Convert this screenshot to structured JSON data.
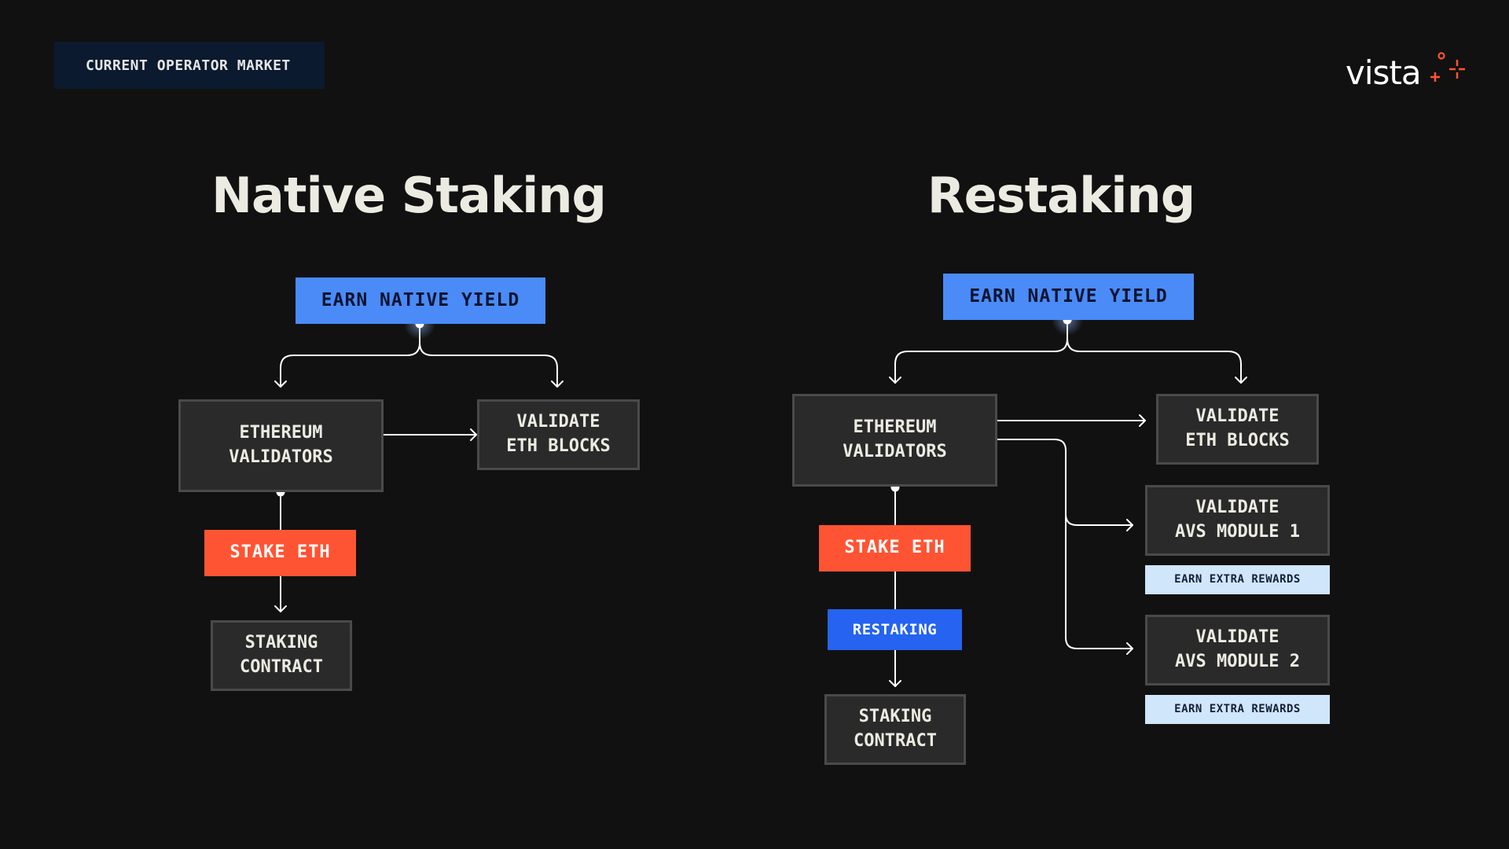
{
  "badge": "CURRENT OPERATOR MARKET",
  "logo": {
    "text": "vista",
    "accent": "#ff5433"
  },
  "colors": {
    "background": "#111111",
    "node_dark": "#2a2a2a",
    "yield_blue": "#4a8bf7",
    "stake_red": "#ff5433",
    "restaking_blue": "#2563f0",
    "rewards_light": "#cfe6fb"
  },
  "native": {
    "title": "Native Staking",
    "earn": "EARN NATIVE YIELD",
    "validators": "ETHEREUM\nVALIDATORS",
    "validate_blocks": "VALIDATE\nETH BLOCKS",
    "stake": "STAKE ETH",
    "contract": "STAKING\nCONTRACT"
  },
  "restaking": {
    "title": "Restaking",
    "earn": "EARN NATIVE YIELD",
    "validators": "ETHEREUM\nVALIDATORS",
    "validate_blocks": "VALIDATE\nETH BLOCKS",
    "avs1": "VALIDATE\nAVS MODULE 1",
    "rewards1": "EARN EXTRA REWARDS",
    "avs2": "VALIDATE\nAVS MODULE 2",
    "rewards2": "EARN EXTRA REWARDS",
    "stake": "STAKE ETH",
    "restake": "RESTAKING",
    "contract": "STAKING\nCONTRACT"
  }
}
